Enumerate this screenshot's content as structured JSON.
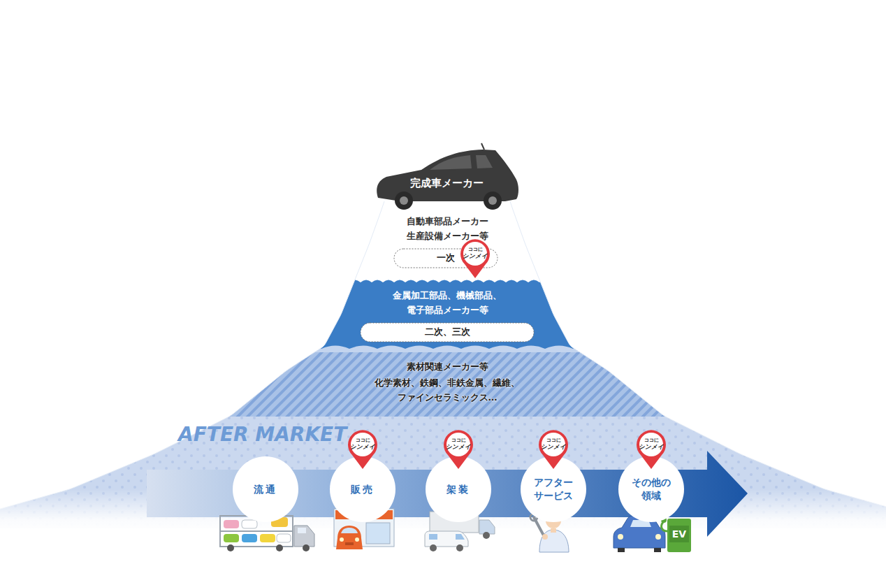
{
  "diagram": {
    "nodes": [
      {
        "text": [
          "完成車メーカー"
        ]
      },
      {
        "text": [
          "自動車部品メーカー 生産設備メーカー等"
        ]
      },
      {
        "text": [
          "一次"
        ],
        "in": 1
      },
      {
        "text": [
          "ココに",
          "シンメイ"
        ]
      },
      {
        "text": [
          "金属加工部品、機械部品、 電子部品メーカー等"
        ]
      },
      {
        "text": [
          "二次、三次"
        ],
        "in": 4
      },
      {
        "text": [
          "素材関連メーカー等",
          "化学素材、鉄鋼、非鉄金属、繊維、 ファインセラミックス…"
        ]
      },
      {
        "text": [
          "AFTER MARKET"
        ]
      },
      {
        "text": [
          "流通"
        ],
        "in": 7
      },
      {
        "text": [
          "販売"
        ],
        "in": 7
      },
      {
        "text": [
          "架装"
        ],
        "in": 7
      },
      {
        "text": [
          "アフター サービス"
        ],
        "in": 7
      },
      {
        "text": [
          "その他の 領域"
        ],
        "in": 7
      },
      {
        "text": [
          "ココに",
          "シンメイ"
        ],
        "in": 7
      },
      {
        "text": [
          "ココに",
          "シンメイ"
        ],
        "in": 7
      },
      {
        "text": [
          "ココに",
          "シンメイ"
        ],
        "in": 7
      },
      {
        "text": [
          "ココに",
          "シンメイ"
        ],
        "in": 7
      }
    ],
    "labels": [
      "CAR SHOP",
      "EV"
    ]
  }
}
